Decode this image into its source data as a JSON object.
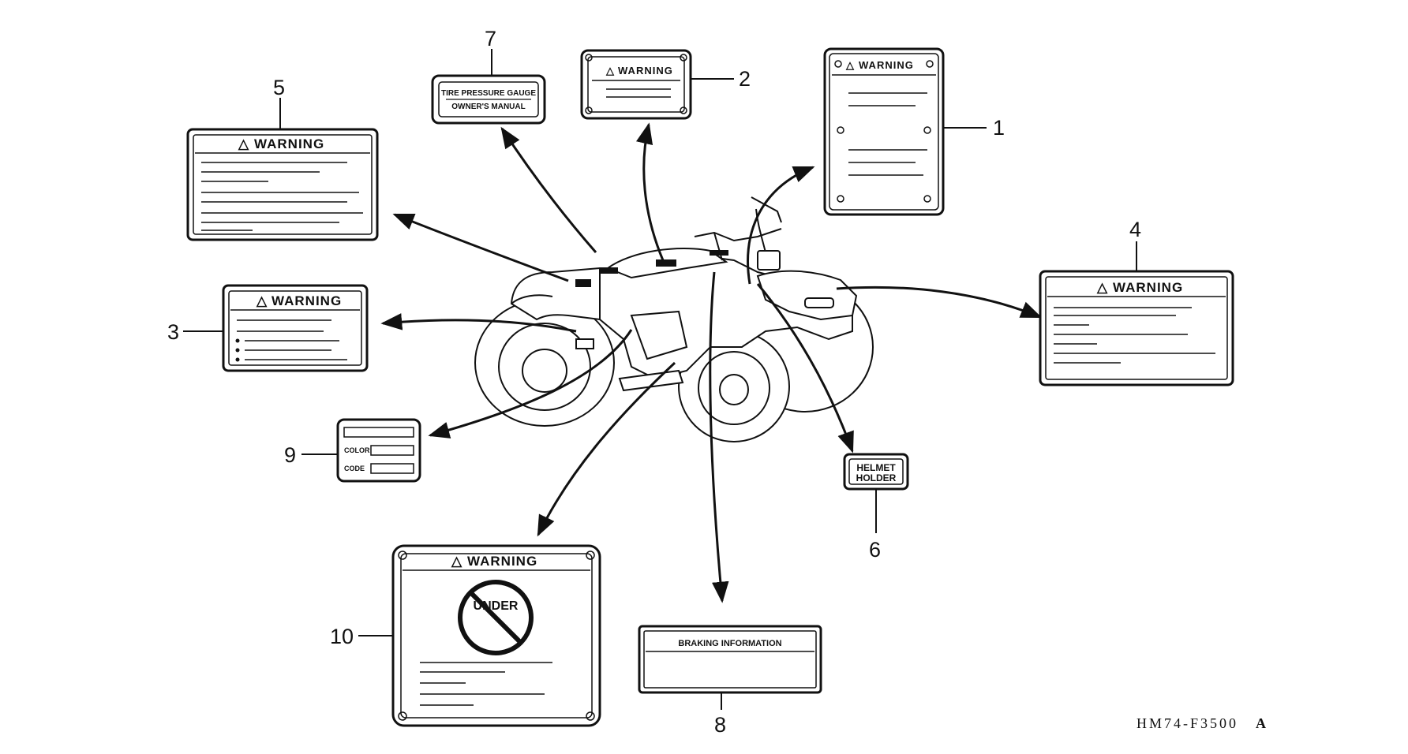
{
  "diagram": {
    "part_code": "HM74-F3500",
    "part_code_suffix": "A",
    "labels": [
      {
        "id": "1",
        "warning": "WARNING"
      },
      {
        "id": "2",
        "warning": "WARNING"
      },
      {
        "id": "3",
        "warning": "WARNING"
      },
      {
        "id": "4",
        "warning": "WARNING"
      },
      {
        "id": "5",
        "warning": "WARNING"
      },
      {
        "id": "6",
        "line1": "HELMET",
        "line2": "HOLDER"
      },
      {
        "id": "7",
        "line1": "TIRE PRESSURE GAUGE",
        "line2": "OWNER'S MANUAL"
      },
      {
        "id": "8",
        "title": "BRAKING INFORMATION"
      },
      {
        "id": "9",
        "color_label": "COLOR",
        "code_label": "CODE"
      },
      {
        "id": "10",
        "warning": "WARNING",
        "symbol_text": "UNDER"
      }
    ]
  }
}
